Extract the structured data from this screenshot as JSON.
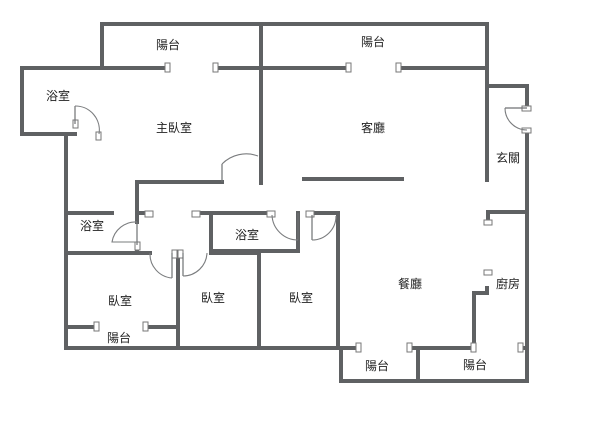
{
  "floorplan": {
    "rooms": [
      {
        "id": "balcony-top-left",
        "label": "陽台"
      },
      {
        "id": "balcony-top-right",
        "label": "陽台"
      },
      {
        "id": "bathroom-top-left",
        "label": "浴室"
      },
      {
        "id": "master-bedroom",
        "label": "主臥室"
      },
      {
        "id": "living-room",
        "label": "客廳"
      },
      {
        "id": "entrance",
        "label": "玄關"
      },
      {
        "id": "bathroom-middle-left",
        "label": "浴室"
      },
      {
        "id": "bathroom-middle",
        "label": "浴室"
      },
      {
        "id": "bedroom-1",
        "label": "臥室"
      },
      {
        "id": "bedroom-2",
        "label": "臥室"
      },
      {
        "id": "bedroom-3",
        "label": "臥室"
      },
      {
        "id": "dining-room",
        "label": "餐廳"
      },
      {
        "id": "kitchen",
        "label": "廚房"
      },
      {
        "id": "balcony-bottom-left",
        "label": "陽台"
      },
      {
        "id": "balcony-bottom-middle",
        "label": "陽台"
      },
      {
        "id": "balcony-bottom-right",
        "label": "陽台"
      }
    ]
  }
}
